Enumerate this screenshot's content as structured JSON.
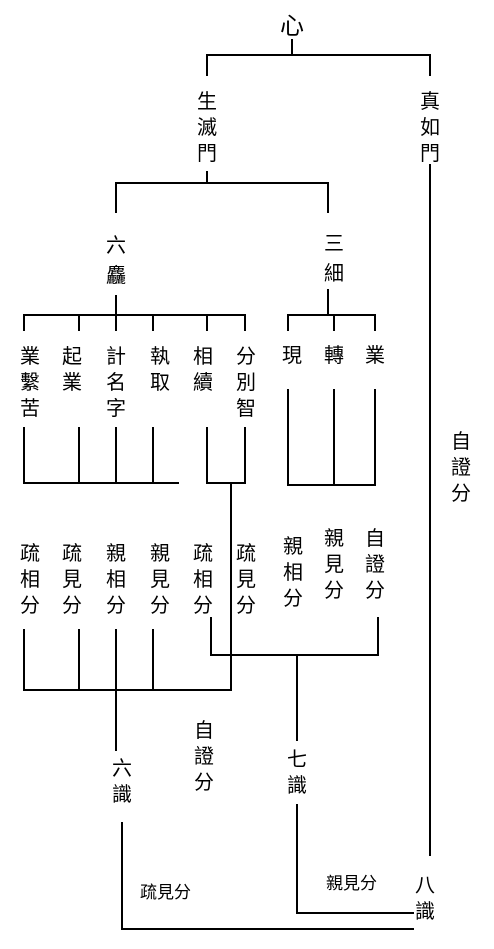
{
  "root": "心",
  "main_branches": {
    "left": "生滅門",
    "right": "真如門"
  },
  "sub_branches": {
    "six_coarse": "六麤",
    "three_subtle": "三細"
  },
  "six_coarse_items": [
    "業繫苦",
    "起業",
    "計名字",
    "執取",
    "相續",
    "分別智"
  ],
  "three_subtle_items": [
    "現",
    "轉",
    "業"
  ],
  "divisions_row": [
    "疏相分",
    "疏見分",
    "親相分",
    "親見分",
    "疏相分",
    "疏見分",
    "親相分",
    "親見分",
    "自證分"
  ],
  "right_label": "自證分",
  "middle_label": "自證分",
  "consciousness": {
    "six": "六識",
    "seven": "七識",
    "eight": "八識"
  },
  "bottom_labels": {
    "left": "疏見分",
    "right": "親見分"
  }
}
